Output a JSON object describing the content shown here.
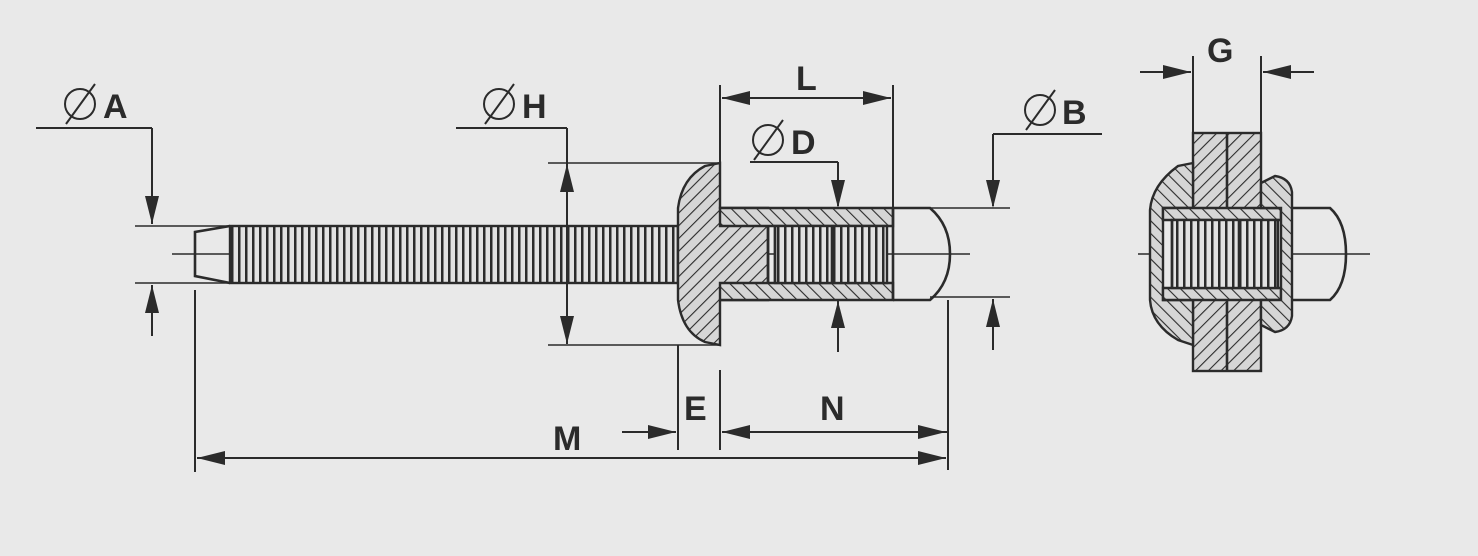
{
  "labels": {
    "dia_A": "A",
    "dia_H": "H",
    "dia_D": "D",
    "dia_B": "B",
    "L": "L",
    "G": "G",
    "E": "E",
    "N": "N",
    "M": "M"
  },
  "colors": {
    "background": "#e9e9e9",
    "ink": "#2b2b2b"
  }
}
